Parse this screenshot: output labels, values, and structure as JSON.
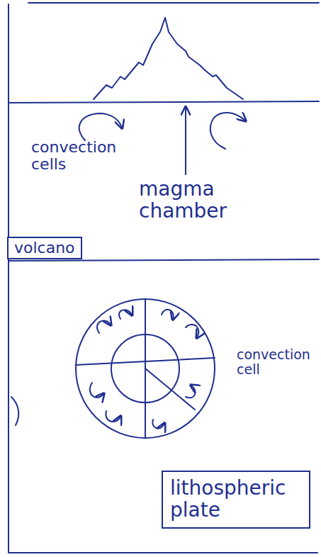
{
  "diagram": {
    "nodes": [
      {
        "text": [
          "volcano"
        ]
      },
      {
        "text": [
          "lithospheric plate"
        ]
      }
    ],
    "labels": [
      "convection cells",
      "magma chamber",
      "convection cell"
    ]
  }
}
